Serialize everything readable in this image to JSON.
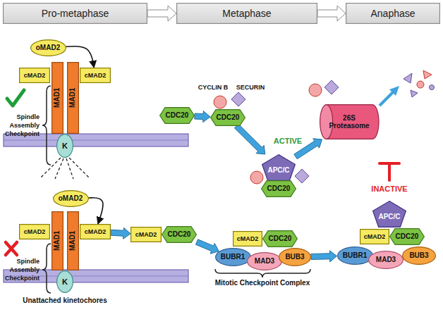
{
  "diagram": {
    "nodes": [
      {
        "text": [
          "Pro-metaphase"
        ]
      },
      {
        "text": [
          "Metaphase"
        ]
      },
      {
        "text": [
          "Anaphase"
        ]
      },
      {
        "text": [
          "oMAD2"
        ]
      },
      {
        "text": [
          "cMAD2"
        ]
      },
      {
        "text": [
          "MAD1"
        ]
      },
      {
        "text": [
          "MAD1"
        ]
      },
      {
        "text": [
          "cMAD2"
        ]
      },
      {
        "text": [
          "K"
        ]
      },
      {
        "text": [
          "CDC20"
        ]
      },
      {
        "text": [
          "CDC20"
        ]
      },
      {
        "text": [
          "APC/C"
        ]
      },
      {
        "text": [
          "CDC20"
        ]
      },
      {
        "text": [
          "26S Proteasome"
        ]
      },
      {
        "text": [
          "oMAD2"
        ]
      },
      {
        "text": [
          "cMAD2"
        ]
      },
      {
        "text": [
          "MAD1"
        ]
      },
      {
        "text": [
          "MAD1"
        ]
      },
      {
        "text": [
          "cMAD2"
        ]
      },
      {
        "text": [
          "K"
        ]
      },
      {
        "text": [
          "cMAD2"
        ]
      },
      {
        "text": [
          "CDC20"
        ]
      },
      {
        "text": [
          "cMAD2"
        ]
      },
      {
        "text": [
          "CDC20"
        ]
      },
      {
        "text": [
          "BUBR1"
        ]
      },
      {
        "text": [
          "MAD3"
        ]
      },
      {
        "text": [
          "BUB3"
        ]
      },
      {
        "text": [
          "APC/C"
        ]
      },
      {
        "text": [
          "cMAD2"
        ]
      },
      {
        "text": [
          "CDC20"
        ]
      },
      {
        "text": [
          "BUBR1"
        ]
      },
      {
        "text": [
          "MAD3"
        ]
      },
      {
        "text": [
          "BUB3"
        ]
      }
    ],
    "edges": [
      {
        "from": 0,
        "to": 1,
        "arrow": "to"
      },
      {
        "from": 1,
        "to": 2,
        "arrow": "to"
      },
      {
        "from": 3,
        "to": 7,
        "arrow": "to"
      },
      {
        "from": 9,
        "to": 10,
        "arrow": "to"
      },
      {
        "from": 10,
        "to": 11,
        "arrow": "to"
      },
      {
        "from": 11,
        "to": 13,
        "arrow": "to"
      },
      {
        "from": 14,
        "to": 18,
        "arrow": "to"
      },
      {
        "from": 18,
        "to": 20,
        "arrow": "to"
      },
      {
        "from": 21,
        "to": 24,
        "arrow": "to"
      },
      {
        "from": 26,
        "to": 30,
        "arrow": "to"
      }
    ],
    "labels": [
      "Spindle Assembly Checkpoint",
      "CYCLIN B",
      "SECURIN",
      "ACTIVE",
      "Spindle Assembly Checkpoint",
      "Unattached kinetochores",
      "Mitotic Checkpoint Complex",
      "INACTIVE"
    ]
  }
}
